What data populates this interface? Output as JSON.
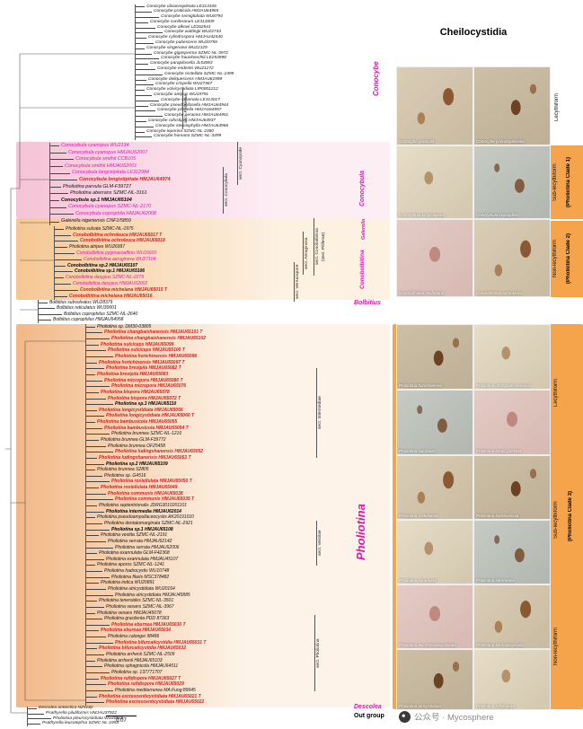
{
  "colors": {
    "magenta": "#e014b4",
    "new_species_red": "#d41c1c",
    "orange_strip": "#f5a44c",
    "pink_block": "#f6c3d6",
    "orange_block": "#f2b887"
  },
  "tree": {
    "genus_labels": [
      {
        "text": "Conocybe"
      },
      {
        "text": "Conocybula"
      },
      {
        "text": "Galerella"
      },
      {
        "text": "Conobolbitina"
      },
      {
        "text": "Bolbitius"
      },
      {
        "text": "Pholiotina"
      },
      {
        "text": "Descolea"
      },
      {
        "text": "Out group"
      }
    ],
    "section_labels": [
      {
        "text": "sect. Pilosellae"
      },
      {
        "text": "sect. Cyanopode"
      },
      {
        "text": "sect. Conocybula"
      },
      {
        "text": "sect. Conobolbitina"
      },
      {
        "text": "(sect. Piliferae)"
      },
      {
        "text": "sect. Aeruginosa"
      },
      {
        "text": "sect. Verrucispore"
      },
      {
        "text": "sect. Intermediae"
      },
      {
        "text": "sect. Vestitae"
      },
      {
        "text": "sect. Pholiotina"
      }
    ],
    "clades": [
      {
        "id": "conocybe",
        "taxa": [
          {
            "label": "Conocybe olivaceopileata LE313106",
            "style": "n"
          },
          {
            "label": "Conocybe praticola HMJAU64965",
            "style": "n"
          },
          {
            "label": "Conocybe semiglobata WU8794",
            "style": "n"
          },
          {
            "label": "Conocybe coniferarum LE313009",
            "style": "n"
          },
          {
            "label": "Conocybe alkovii LE262841",
            "style": "n"
          },
          {
            "label": "Conocybe wattingii WU22744",
            "style": "n"
          },
          {
            "label": "Conocybe cylindrospora HMJAU42440",
            "style": "n"
          },
          {
            "label": "Conocybe pubescens WU20759",
            "style": "n"
          },
          {
            "label": "Conocybe singeriana WU22129",
            "style": "n"
          },
          {
            "label": "Conocybe gigasperma SZMC-NL-3972",
            "style": "n"
          },
          {
            "label": "Conocybe hausknechtii LE253998",
            "style": "n"
          },
          {
            "label": "Conocybe parapilosella JL53063",
            "style": "n"
          },
          {
            "label": "Conocybe enderlei WU21272",
            "style": "n"
          },
          {
            "label": "Conocybe rostellata SZMC-NL-2499",
            "style": "n"
          },
          {
            "label": "Conocybe deliquescens HMJAU61998",
            "style": "n"
          },
          {
            "label": "Conocybe crispella WU27367",
            "style": "n"
          },
          {
            "label": "Conocybe volvicystidiata LIP0001212",
            "style": "n"
          },
          {
            "label": "Conocybe antipus WU19791",
            "style": "n"
          },
          {
            "label": "Conocybe incarnata LE313017",
            "style": "n"
          },
          {
            "label": "Conocybe pseudopilosella HMJAU64944",
            "style": "n"
          },
          {
            "label": "Conocybe pilosella HMJAU64957",
            "style": "n"
          },
          {
            "label": "Conocybe ceracea HMJAU64951",
            "style": "n"
          },
          {
            "label": "Conocybe rufostipes HMJAU64937",
            "style": "n"
          },
          {
            "label": "Conocybe sterniophylla HMJAU64966",
            "style": "n"
          },
          {
            "label": "Conocybe leporina SZMC-NL-2380",
            "style": "n"
          },
          {
            "label": "Conocybe homana SZMC-NL-3499",
            "style": "n"
          }
        ]
      },
      {
        "id": "conocybula",
        "taxa": [
          {
            "label": "Conocybula cyanopus WU2134",
            "style": "m"
          },
          {
            "label": "Conocybula cyanopus HMJAU62007",
            "style": "m"
          },
          {
            "label": "Conocybula smithii CCB105",
            "style": "m"
          },
          {
            "label": "Conocybula smithii HMJAU62001",
            "style": "m"
          },
          {
            "label": "Conocybula longistipitata LE312984",
            "style": "m"
          },
          {
            "label": "Conocybula longistipitata HMJAU64974",
            "style": "r"
          },
          {
            "label": "Pholiotina parvula GLM-F39727",
            "style": "n"
          },
          {
            "label": "Pholiotina aberrans SZMC-NL-3161",
            "style": "n"
          },
          {
            "label": "Conocybula sp.1 HMJAU65104",
            "style": "b"
          },
          {
            "label": "Conocybula cyanopus SZMC-NL-2170",
            "style": "m"
          },
          {
            "label": "Conocybula coprophila HMJAU62008",
            "style": "m"
          }
        ]
      },
      {
        "id": "galerella",
        "taxa": [
          {
            "label": "Galerella nigeriensis CNF1/5859",
            "style": "n"
          }
        ]
      },
      {
        "id": "conobolbitina",
        "taxa": [
          {
            "label": "Pholiotina sulcata SZMC-NL-1975",
            "style": "n"
          },
          {
            "label": "Conobolbitina ochroleuca HMJAU65017 T",
            "style": "r"
          },
          {
            "label": "Conobolbitina ochroleuca HMJAU65018",
            "style": "r"
          },
          {
            "label": "Pholiotina atripes WU26997",
            "style": "n"
          },
          {
            "label": "Conobolbitina pygmaeoaffinis WU16600",
            "style": "m"
          },
          {
            "label": "Conobolbitina aeruginosa WU27104",
            "style": "m"
          },
          {
            "label": "Conobolbitina sp.2 HMJAU65107",
            "style": "b"
          },
          {
            "label": "Conobolbitina sp.1 HMJAU65106",
            "style": "b"
          },
          {
            "label": "Conobolbitina dasypus SZMC-NL-2279",
            "style": "m"
          },
          {
            "label": "Conobolbitina dasypus HMJAU62002",
            "style": "m"
          },
          {
            "label": "Conobolbitina michelana HMJAU65015 T",
            "style": "r"
          },
          {
            "label": "Conobolbitina michelana HMJAU65016",
            "style": "r"
          }
        ]
      },
      {
        "id": "bolbitius",
        "taxa": [
          {
            "label": "Bolbitius subvolvatus WU28379",
            "style": "n"
          },
          {
            "label": "Bolbitius reticulatus WU30001",
            "style": "n"
          },
          {
            "label": "Bolbitius coprophilus SZMC-NL-2640",
            "style": "n"
          },
          {
            "label": "Bolbitius coprophilus HMJAU64958",
            "style": "n"
          }
        ]
      },
      {
        "id": "pholiotina",
        "taxa": [
          {
            "label": "Pholiotina sp. DM30-03805",
            "style": "n"
          },
          {
            "label": "Pholiotina changbaishanensis HMJAU65101 T",
            "style": "r"
          },
          {
            "label": "Pholiotina changbaishanensis HMJAU65102",
            "style": "r"
          },
          {
            "label": "Pholiotina sulciceps HMJAU65099",
            "style": "r"
          },
          {
            "label": "Pholiotina sulciceps HMJAU65100 T",
            "style": "r"
          },
          {
            "label": "Pholiotina horichinensis HMJAU65096",
            "style": "r"
          },
          {
            "label": "Pholiotina horichinensis HMJAU65097 T",
            "style": "r"
          },
          {
            "label": "Pholiotina brevipila HMJAU65082 T",
            "style": "r"
          },
          {
            "label": "Pholiotina brevipila HMJAU65083",
            "style": "r"
          },
          {
            "label": "Pholiotina micropora HMJAU65080 T",
            "style": "r"
          },
          {
            "label": "Pholiotina micropora HMJAU65076",
            "style": "r"
          },
          {
            "label": "Pholiotina bispora HMJAU65078",
            "style": "r"
          },
          {
            "label": "Pholiotina bispora HMJAU65072 T",
            "style": "r"
          },
          {
            "label": "Pholiotina sp.3 HMJAU65110",
            "style": "b"
          },
          {
            "label": "Pholiotina longicystidiata HMJAU65056",
            "style": "r"
          },
          {
            "label": "Pholiotina longicystidiata HMJAU65060 T",
            "style": "r"
          },
          {
            "label": "Pholiotina bambusicola HMJAU65055",
            "style": "r"
          },
          {
            "label": "Pholiotina bambusicola HMJAU65054 T",
            "style": "r"
          },
          {
            "label": "Pholiotina brunnea SZMC-NL-1216",
            "style": "n"
          },
          {
            "label": "Pholiotina brunnea GLM-F39772",
            "style": "n"
          },
          {
            "label": "Pholiotina brunnea OF25458",
            "style": "n"
          },
          {
            "label": "Pholiotina ludingshanensis HMJAU65052",
            "style": "r"
          },
          {
            "label": "Pholiotina ludingshanensis HMJAU65053 T",
            "style": "r"
          },
          {
            "label": "Pholiotina sp.2 HMJAU65109",
            "style": "b"
          },
          {
            "label": "Pholiotina brunnea S2805",
            "style": "n"
          },
          {
            "label": "Pholiotina sp. G4516",
            "style": "n"
          },
          {
            "label": "Pholiotina rostellulata HMJAU65050 T",
            "style": "r"
          },
          {
            "label": "Pholiotina rostellulata HMJAU65049",
            "style": "r"
          },
          {
            "label": "Pholiotina communis HMJAU65038",
            "style": "r"
          },
          {
            "label": "Pholiotina communis HMJAU65035 T",
            "style": "r"
          },
          {
            "label": "Pholiotina septentrionalis JDRG3010201101",
            "style": "n"
          },
          {
            "label": "Pholiotina intermedia HMJAU62014",
            "style": "b"
          },
          {
            "label": "Pholiotina pseudoampullaceocystis AK20191010",
            "style": "n"
          },
          {
            "label": "Pholiotina dentatomarginata SZMC-NL-2921",
            "style": "n"
          },
          {
            "label": "Pholiotina sp.1 HMJAU65108",
            "style": "b"
          },
          {
            "label": "Pholiotina vestita SZMC-NL-2191",
            "style": "n"
          },
          {
            "label": "Pholiotina serrata HMJAU62142",
            "style": "n"
          },
          {
            "label": "Pholiotina serrata HMJAU62006",
            "style": "n"
          },
          {
            "label": "Pholiotina exannulata GLM-F42368",
            "style": "n"
          },
          {
            "label": "Pholiotina exannulata HMJAU45107",
            "style": "n"
          },
          {
            "label": "Pholiotina aporos SZMC-NL-1241",
            "style": "n"
          },
          {
            "label": "Pholiotina hadrocystis WU10748",
            "style": "n"
          },
          {
            "label": "Pholiotina filaris MSC378482",
            "style": "n"
          },
          {
            "label": "Pholiotina indica WU20891",
            "style": "n"
          },
          {
            "label": "Pholiotina utricystidiata WU20164",
            "style": "n"
          },
          {
            "label": "Pholiotina utricystidiata HMJAU45885",
            "style": "n"
          },
          {
            "label": "Pholiotina teneroides SZMC-NL-3501",
            "style": "n"
          },
          {
            "label": "Pholiotina vexans SZMC-NL-3967",
            "style": "n"
          },
          {
            "label": "Pholiotina vexans HMJAU45078",
            "style": "n"
          },
          {
            "label": "Pholiotina gracilenta PDD 87363",
            "style": "n"
          },
          {
            "label": "Pholiotina eburnea HMJAU65030 T",
            "style": "r"
          },
          {
            "label": "Pholiotina eburnea HMJAU65034",
            "style": "r"
          },
          {
            "label": "Pholiotina calongei 98486",
            "style": "n"
          },
          {
            "label": "Pholiotina bifurcaticystidia HMJAU65031 T",
            "style": "r"
          },
          {
            "label": "Pholiotina bifurcaticystidia HMJAU65032",
            "style": "r"
          },
          {
            "label": "Pholiotina arrhenii SZMC-NL-2509",
            "style": "n"
          },
          {
            "label": "Pholiotina arrhenii HMJAU65103",
            "style": "n"
          },
          {
            "label": "Pholiotina sphagnicola HMJAU64511",
            "style": "n"
          },
          {
            "label": "Pholiotina sp. 137771707",
            "style": "n"
          },
          {
            "label": "Pholiotina rufidispora HMJAU65027 T",
            "style": "r"
          },
          {
            "label": "Pholiotina rufidispora HMJAU65029",
            "style": "r"
          },
          {
            "label": "Pholiotina mediterranea MA:Fung:89945",
            "style": "n"
          },
          {
            "label": "Pholiotina excrescenticystidiata HMJAU65021 T",
            "style": "r"
          },
          {
            "label": "Pholiotina excrescenticystidiata HMJAU65022",
            "style": "r"
          }
        ]
      },
      {
        "id": "outgroup",
        "taxa": [
          {
            "label": "Descolea antarctica NZ5182",
            "style": "n"
          },
          {
            "label": "Psathyrella piluliformis HMJAU37922",
            "style": "n"
          },
          {
            "label": "Pholiotina pleurocystidiata WU40666",
            "style": "n"
          },
          {
            "label": "Psathyrella leucotephra SZMC-NL-1953",
            "style": "n"
          }
        ]
      }
    ]
  },
  "right_panel": {
    "title": "Cheilocystidia",
    "side_labels": [
      {
        "form": "Lecythiform",
        "clade": ""
      },
      {
        "form": "Sub-lecythiform",
        "clade": "(Pholiotina Clade 1)"
      },
      {
        "form": "Non-lecythiform",
        "clade": "(Pholiotina Clade 2)"
      },
      {
        "form": "Lecythiform",
        "clade": ""
      },
      {
        "form": "Sub-lecythiform",
        "clade": ""
      },
      {
        "form": "Non-lecythiform",
        "clade": ""
      }
    ],
    "clade3_label": "(Pholiotina Clade 3)",
    "rows": [
      {
        "captions": [
          "Conocybe praticola",
          "Conocybe pseudopilosella"
        ]
      },
      {
        "captions": [
          "Conocybula longistipitata",
          "Conocybula coprophila"
        ]
      },
      {
        "captions": [
          "Conobolbitina michelana",
          "Conobolbitina ochroleuca"
        ]
      },
      {
        "captions": [
          "Pholiotina horichinensis",
          "Pholiotina changbaishanensis"
        ]
      },
      {
        "captions": [
          "Pholiotina sulciceps",
          "Pholiotina longicystidiata"
        ]
      },
      {
        "captions": [
          "Pholiotina rostellulata",
          "Pholiotina bambusicola"
        ]
      },
      {
        "captions": [
          "Pholiotina communis",
          "Pholiotina intermedia"
        ]
      },
      {
        "captions": [
          "Pholiotina excrescenticystidiata",
          "Pholiotina bifurcaticystidia"
        ]
      },
      {
        "captions": [
          "Pholiotina utricystidiata",
          "Pholiotina rufidispora"
        ]
      }
    ]
  },
  "footer": {
    "scale_label": "0.07",
    "watermark": "公众号 · Mycosphere"
  }
}
